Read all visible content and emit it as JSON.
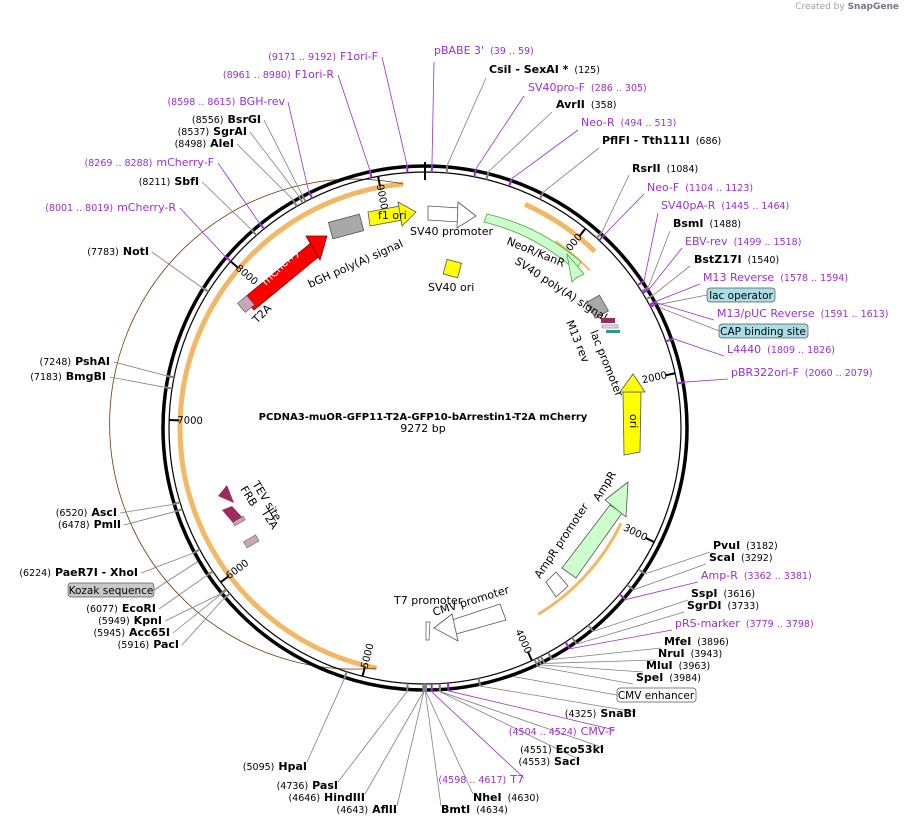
{
  "brand": {
    "prefix": "Created by",
    "name": "SnapGene"
  },
  "plasmid": {
    "name": "PCDNA3-muOR-GFP11-T2A-GFP10-bArrestin1-T2A mCherry",
    "length": "9272 bp"
  },
  "ticks": [
    "1000",
    "2000",
    "3000",
    "4000",
    "5000",
    "6000",
    "7000",
    "8000",
    "9000"
  ],
  "enzymes": [
    {
      "name": "CsiI",
      "extra": "SexAI *",
      "pos": "(125)"
    },
    {
      "name": "AvrII",
      "pos": "(358)"
    },
    {
      "name": "PflFI",
      "extra": "Tth111I",
      "pos": "(686)"
    },
    {
      "name": "RsrII",
      "pos": "(1084)"
    },
    {
      "name": "BsmI",
      "pos": "(1488)"
    },
    {
      "name": "BstZ17I",
      "pos": "(1540)"
    },
    {
      "name": "PvuI",
      "pos": "(3182)"
    },
    {
      "name": "ScaI",
      "pos": "(3292)"
    },
    {
      "name": "SspI",
      "pos": "(3616)"
    },
    {
      "name": "SgrDI",
      "pos": "(3733)"
    },
    {
      "name": "MfeI",
      "pos": "(3896)"
    },
    {
      "name": "NruI",
      "pos": "(3943)"
    },
    {
      "name": "MluI",
      "pos": "(3963)"
    },
    {
      "name": "SpeI",
      "pos": "(3984)"
    },
    {
      "name": "SnaBI",
      "pos": "(4325)"
    },
    {
      "name": "Eco53kI",
      "pos": "(4551)"
    },
    {
      "name": "SacI",
      "pos": "(4553)"
    },
    {
      "name": "NheI",
      "pos": "(4630)"
    },
    {
      "name": "BmtI",
      "pos": "(4634)"
    },
    {
      "name": "AflII",
      "pos": "(4643)"
    },
    {
      "name": "HindIII",
      "pos": "(4646)"
    },
    {
      "name": "PasI",
      "pos": "(4736)"
    },
    {
      "name": "HpaI",
      "pos": "(5095)"
    },
    {
      "name": "PacI",
      "pos": "(5916)"
    },
    {
      "name": "Acc65I",
      "pos": "(5945)"
    },
    {
      "name": "KpnI",
      "pos": "(5949)"
    },
    {
      "name": "EcoRI",
      "pos": "(6077)"
    },
    {
      "name": "PaeR7I",
      "extra": "XhoI",
      "pos": "(6224)"
    },
    {
      "name": "PmlI",
      "pos": "(6478)"
    },
    {
      "name": "AscI",
      "pos": "(6520)"
    },
    {
      "name": "BmgBI",
      "pos": "(7183)"
    },
    {
      "name": "PshAI",
      "pos": "(7248)"
    },
    {
      "name": "NotI",
      "pos": "(7783)"
    },
    {
      "name": "SbfI",
      "pos": "(8211)"
    },
    {
      "name": "AleI",
      "pos": "(8498)"
    },
    {
      "name": "SgrAI",
      "pos": "(8537)"
    },
    {
      "name": "BsrGI",
      "pos": "(8556)"
    }
  ],
  "primers": [
    {
      "name": "pBABE 3'",
      "range": "(39 .. 59)"
    },
    {
      "name": "SV40pro-F",
      "range": "(286 .. 305)"
    },
    {
      "name": "Neo-R",
      "range": "(494 .. 513)"
    },
    {
      "name": "Neo-F",
      "range": "(1104 .. 1123)"
    },
    {
      "name": "SV40pA-R",
      "range": "(1445 .. 1464)"
    },
    {
      "name": "EBV-rev",
      "range": "(1499 .. 1518)"
    },
    {
      "name": "M13 Reverse",
      "range": "(1578 .. 1594)"
    },
    {
      "name": "M13/pUC Reverse",
      "range": "(1591 .. 1613)"
    },
    {
      "name": "L4440",
      "range": "(1809 .. 1826)"
    },
    {
      "name": "pBR322ori-F",
      "range": "(2060 .. 2079)"
    },
    {
      "name": "Amp-R",
      "range": "(3362 .. 3381)"
    },
    {
      "name": "pRS-marker",
      "range": "(3779 .. 3798)"
    },
    {
      "name": "CMV-F",
      "range": "(4504 .. 4524)"
    },
    {
      "name": "T7",
      "range": "(4598 .. 4617)"
    },
    {
      "name": "mCherry-R",
      "range": "(8001 .. 8019)"
    },
    {
      "name": "mCherry-F",
      "range": "(8269 .. 8288)"
    },
    {
      "name": "BGH-rev",
      "range": "(8598 .. 8615)"
    },
    {
      "name": "F1ori-R",
      "range": "(8961 .. 8980)"
    },
    {
      "name": "F1ori-F",
      "range": "(9171 .. 9192)"
    }
  ],
  "boxed_features": [
    "lac operator",
    "CAP binding site",
    "CMV enhancer",
    "Kozak sequence"
  ],
  "features": {
    "neo": "NeoR/KanR",
    "sv40_pa": "SV40 poly(A) signal",
    "m13_rev": "M13 rev",
    "lac_promoter": "lac promoter",
    "ori": "ori",
    "ampr": "AmpR",
    "ampr_promoter": "AmpR promoter",
    "cmv_promoter": "CMV promoter",
    "t7_promoter": "T7 promoter",
    "tev": "TEV site",
    "frb": "FRB",
    "t2a_a": "T2A",
    "t2a_b": "T2A",
    "mcherry": "mCherry",
    "bgh": "bGH poly(A) signal",
    "f1ori": "f1 ori",
    "sv40_promoter": "SV40 promoter",
    "sv40_ori": "SV40 ori"
  },
  "colors": {
    "backbone": "#000000",
    "primer": "#9b2fcf",
    "orf_arc": "#f2b866",
    "mcherry": "#ff0000",
    "f1ori": "#ffff00",
    "ori": "#ffff00",
    "sv40_ori": "#ffff00",
    "resistance": "#ccffcc",
    "resistance_line": "#46a832",
    "tag": "#9e2a5f",
    "boxed_feature": "#a9dde8",
    "boxed_grey": "#c8c8c8"
  }
}
